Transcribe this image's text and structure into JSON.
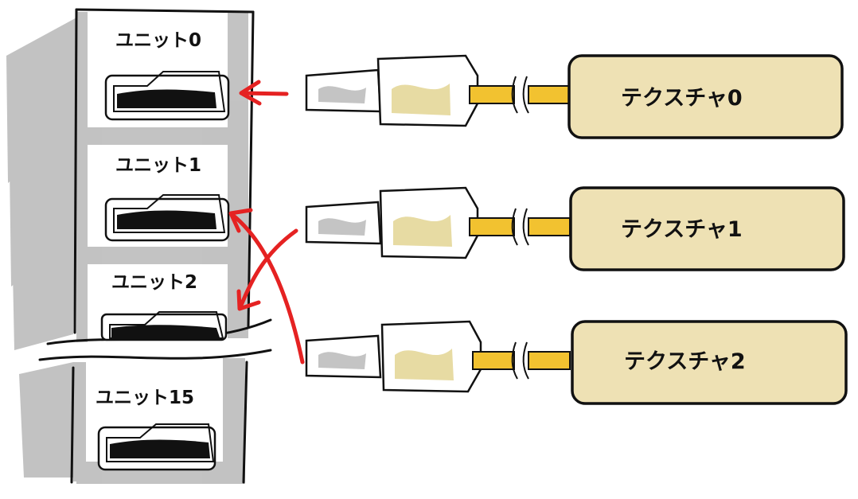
{
  "units": [
    {
      "label": "ユニット0"
    },
    {
      "label": "ユニット1"
    },
    {
      "label": "ユニット2"
    },
    {
      "label": "ユニット15"
    }
  ],
  "textures": [
    {
      "label": "テクスチャ0"
    },
    {
      "label": "テクスチャ1"
    },
    {
      "label": "テクスチャ2"
    }
  ],
  "colors": {
    "ink": "#111111",
    "shadow_gray": "#b9b9b9",
    "arrow_red": "#e52222",
    "texture_fill": "#eee1b4",
    "plug_tint": "#e7dba3",
    "cable_yellow": "#f2c230"
  }
}
